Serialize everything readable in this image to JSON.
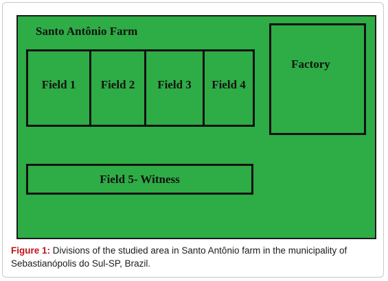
{
  "farm": {
    "title": "Santo Antônio Farm",
    "fill_color": "#2eac45"
  },
  "fields": [
    {
      "label": "Field 1"
    },
    {
      "label": "Field 2"
    },
    {
      "label": "Field 3"
    },
    {
      "label": "Field 4"
    }
  ],
  "factory": {
    "label": "Factory"
  },
  "witness": {
    "label": "Field 5- Witness"
  },
  "caption": {
    "label": "Figure 1:",
    "text": "Divisions of the studied area in Santo Antônio farm in the municipality of Sebastianópolis do Sul-SP, Brazil.",
    "label_color": "#c0121a"
  }
}
